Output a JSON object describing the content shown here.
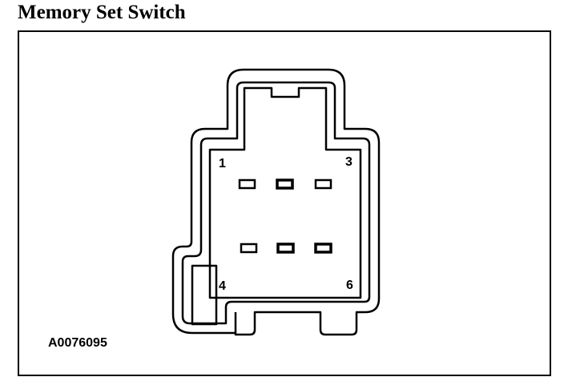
{
  "title": "Memory Set Switch",
  "figure_id": "A0076095",
  "pin_labels": {
    "pin1": "1",
    "pin3": "3",
    "pin4": "4",
    "pin6": "6"
  },
  "colors": {
    "line": "#000000",
    "background": "#ffffff"
  }
}
